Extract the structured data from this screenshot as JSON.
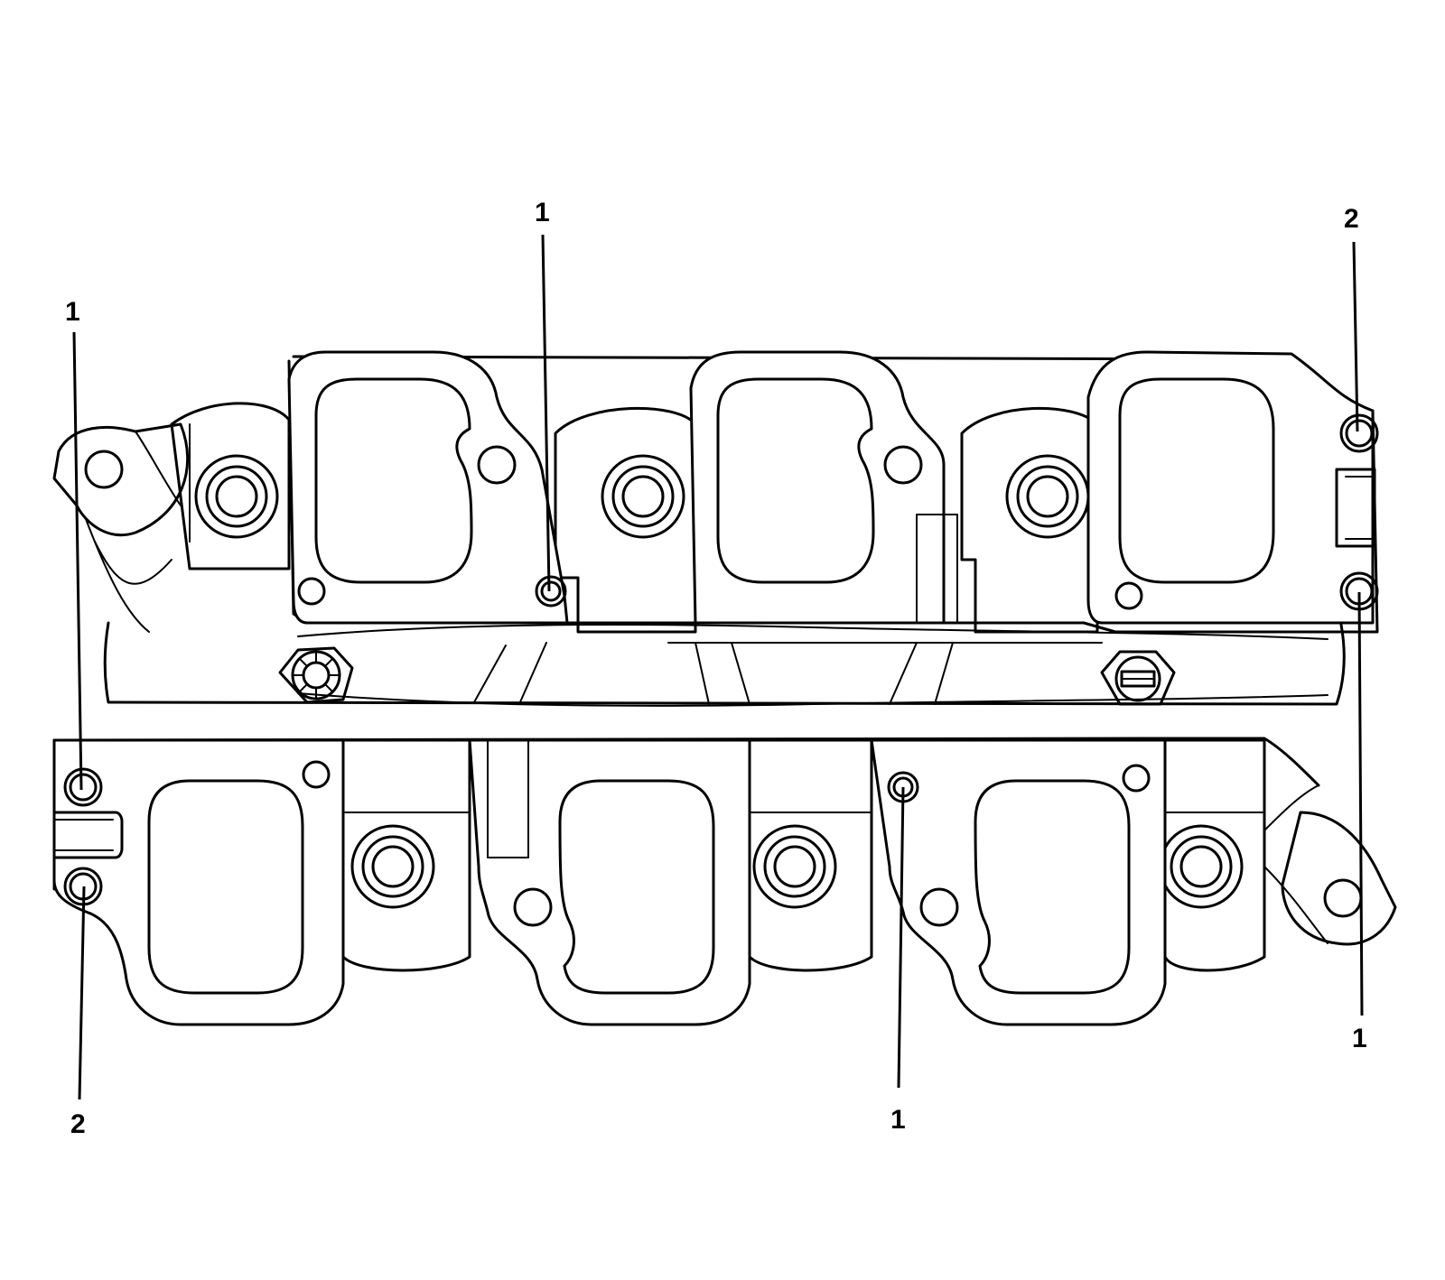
{
  "callouts": [
    {
      "id": "c1",
      "label": "1"
    },
    {
      "id": "c2",
      "label": "1"
    },
    {
      "id": "c3",
      "label": "2"
    },
    {
      "id": "c4",
      "label": "1"
    },
    {
      "id": "c5",
      "label": "2"
    },
    {
      "id": "c6",
      "label": "1"
    }
  ]
}
